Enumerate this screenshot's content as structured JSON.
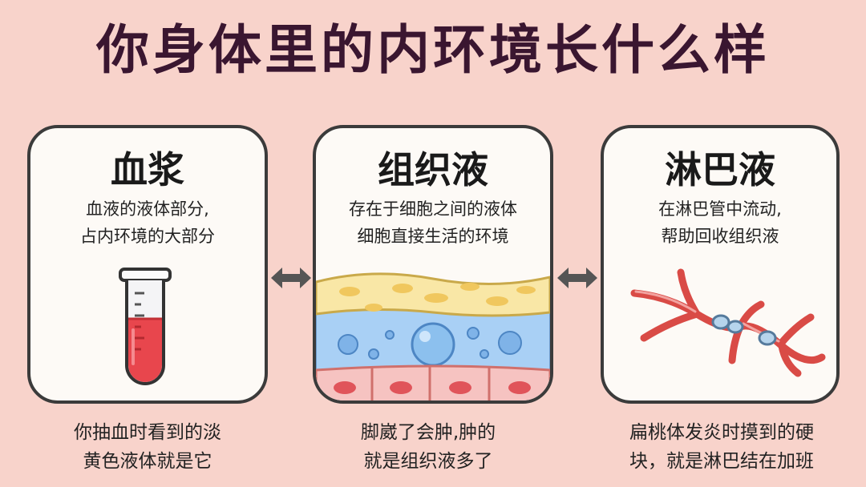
{
  "title": "你身体里的内环境长什么样",
  "cards": [
    {
      "title": "血浆",
      "desc": [
        "血液的液体部分,",
        "占内环境的大部分"
      ],
      "caption": [
        "你抽血时看到的淡",
        "黄色液体就是它"
      ],
      "illustration": "test-tube-icon"
    },
    {
      "title": "组织液",
      "desc": [
        "存在于细胞之间的液体",
        "细胞直接生活的环境"
      ],
      "caption": [
        "脚崴了会肿,肿的",
        "就是组织液多了"
      ],
      "illustration": "tissue-layers-icon"
    },
    {
      "title": "淋巴液",
      "desc": [
        "在淋巴管中流动,",
        "帮助回收组织液"
      ],
      "caption": [
        "扁桃体发炎时摸到的硬",
        "块，就是淋巴结在加班"
      ],
      "illustration": "lymph-vessel-icon"
    }
  ],
  "colors": {
    "background": "#f8d3cb",
    "title": "#3a1630",
    "card_border": "#3b3b3b",
    "blood": "#e8464d",
    "tissue_fluid": "#a9d0f5",
    "fat_layer": "#f9e7a6",
    "lymph_vessel": "#d94b46"
  }
}
